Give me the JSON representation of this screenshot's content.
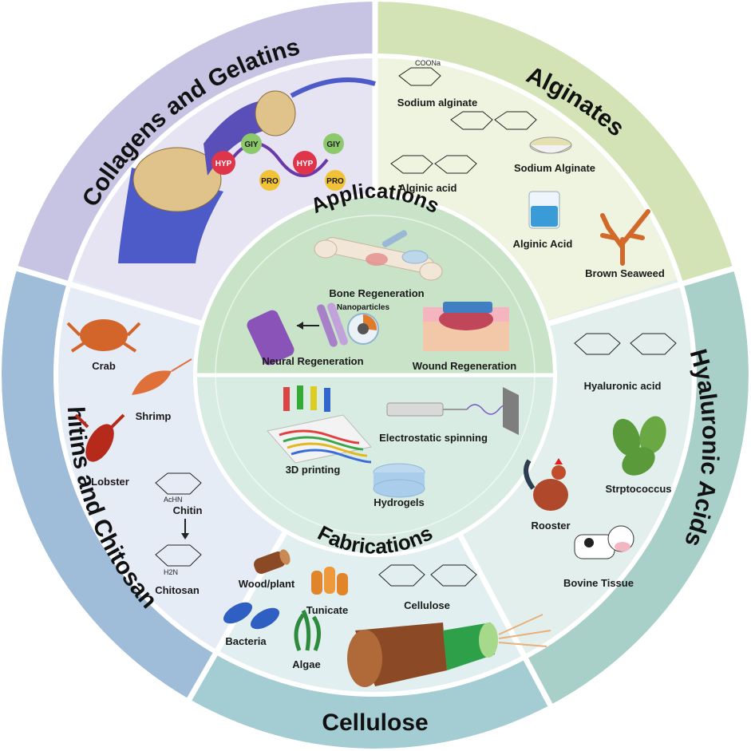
{
  "outer_ring": {
    "collagens": "Collagens and Gelatins",
    "alginates": "Alginates",
    "hyaluronic": "Hyaluronic Acids",
    "cellulose": "Cellulose",
    "chitins": "Chitins and Chitosans"
  },
  "center": {
    "applications_title": "Applications",
    "fabrications_title": "Fabrications",
    "bone": "Bone Regeneration",
    "nanoparticles": "Nanoparticles",
    "neural": "Neural Regeneration",
    "wound": "Wound Regeneration",
    "printing": "3D printing",
    "electro": "Electrostatic spinning",
    "hydrogels": "Hydrogels"
  },
  "collagen_panel": {
    "hyp1": "HYP",
    "giy1": "GIY",
    "pro1": "PRO",
    "hyp2": "HYP",
    "giy2": "GIY",
    "pro2": "PRO"
  },
  "alginate_panel": {
    "sodium_alginate_struct": "Sodium alginate",
    "alginic_acid_struct": "Alginic acid",
    "sodium_alginate": "Sodium Alginate",
    "alginic_acid": "Alginic Acid",
    "brown_seaweed": "Brown Seaweed",
    "coona": "COONa"
  },
  "hyaluronic_panel": {
    "hyaluronic_acid": "Hyaluronic acid",
    "strptococcus": "Strptococcus",
    "rooster": "Rooster",
    "bovine": "Bovine Tissue"
  },
  "cellulose_panel": {
    "wood": "Wood/plant",
    "tunicate": "Tunicate",
    "cellulose_struct": "Cellulose",
    "bacteria": "Bacteria",
    "algae": "Algae"
  },
  "chitin_panel": {
    "crab": "Crab",
    "shrimp": "Shrimp",
    "lobster": "Lobster",
    "chitin": "Chitin",
    "chitosan": "Chitosan",
    "achn": "AcHN",
    "h2n": "H2N"
  },
  "colors": {
    "collagen_outer": "#c7c3e2",
    "alginate_outer": "#d3e3b6",
    "hyaluronic_outer": "#a9cfc9",
    "cellulose_outer": "#a3cdd2",
    "chitin_outer": "#9fbcd8",
    "applications_bg": "#c9e3c9",
    "fabrications_bg": "#d8ece4"
  }
}
